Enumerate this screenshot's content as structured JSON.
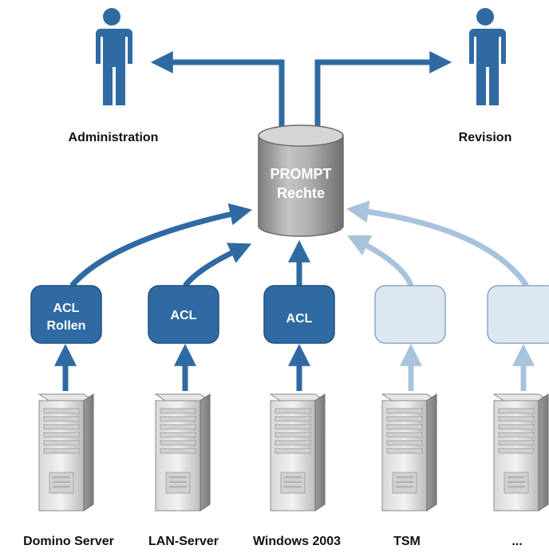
{
  "actors": {
    "left": {
      "label": "Administration",
      "icon": "person-icon"
    },
    "right": {
      "label": "Revision",
      "icon": "person-icon"
    }
  },
  "database": {
    "line1": "PROMPT",
    "line2": "Rechte",
    "icon": "database-cylinder-icon"
  },
  "adapters": [
    {
      "line1": "ACL",
      "line2": "Rollen",
      "active": true
    },
    {
      "line1": "ACL",
      "line2": "",
      "active": true
    },
    {
      "line1": "ACL",
      "line2": "",
      "active": true
    },
    {
      "line1": "",
      "line2": "",
      "active": false
    },
    {
      "line1": "",
      "line2": "",
      "active": false
    }
  ],
  "servers": [
    {
      "label": "Domino Server",
      "icon": "server-tower-icon"
    },
    {
      "label": "LAN-Server",
      "icon": "server-tower-icon"
    },
    {
      "label": "Windows 2003",
      "icon": "server-tower-icon"
    },
    {
      "label": "TSM",
      "icon": "server-tower-icon"
    },
    {
      "label": "...",
      "icon": "server-tower-icon"
    }
  ],
  "colors": {
    "active": "#2f6aa3",
    "active_stroke": "#1f4f7e",
    "inactive_fill": "#dce7f2",
    "inactive_stroke": "#8aa7c4",
    "inactive_arrow": "#a9c3dc",
    "figure": "#2f6aa3"
  }
}
